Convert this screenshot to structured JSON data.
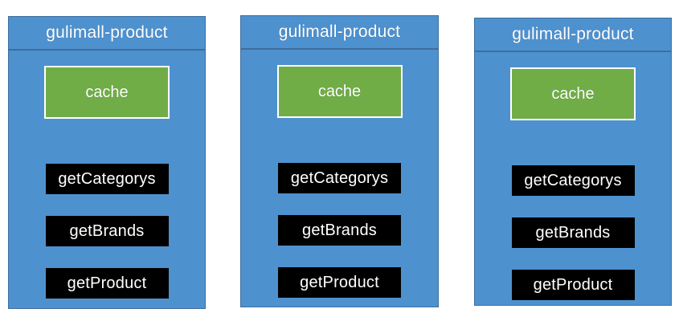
{
  "diagram": {
    "colors": {
      "panel_fill": "#4e91cf",
      "panel_border": "#3e6d9c",
      "cache_fill": "#70ad47",
      "cache_border": "#ffffff",
      "method_fill": "#000000",
      "text_light": "#ffffff"
    },
    "instances": [
      {
        "title": "gulimall-product",
        "cache_label": "cache",
        "methods": [
          "getCategorys",
          "getBrands",
          "getProduct"
        ]
      },
      {
        "title": "gulimall-product",
        "cache_label": "cache",
        "methods": [
          "getCategorys",
          "getBrands",
          "getProduct"
        ]
      },
      {
        "title": "gulimall-product",
        "cache_label": "cache",
        "methods": [
          "getCategorys",
          "getBrands",
          "getProduct"
        ]
      }
    ]
  }
}
